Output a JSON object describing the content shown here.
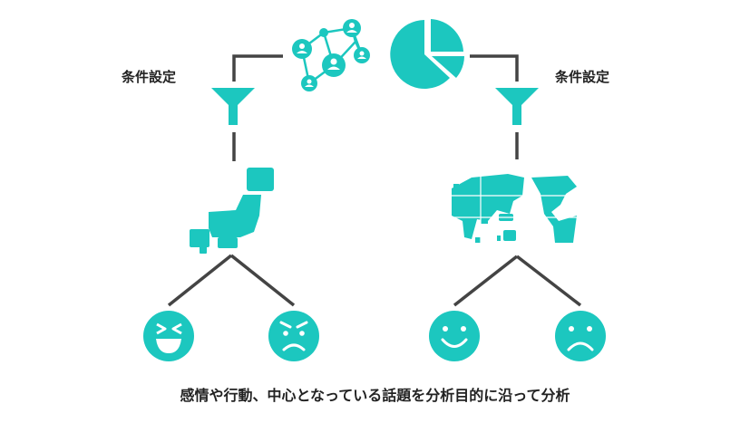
{
  "labels": {
    "condition_left": "条件設定",
    "condition_right": "条件設定",
    "caption": "感情や行動、中心となっている話題を分析目的に沿って分析"
  },
  "colors": {
    "accent": "#1CC7BF",
    "line": "#444444",
    "face_stroke": "#ffffff"
  },
  "icons": {
    "network": "social-network-icon",
    "pie": "pie-chart-icon",
    "filter": "filter-funnel-icon",
    "japan": "japan-map-icon",
    "world": "world-map-icon",
    "laugh": "laughing-face-icon",
    "angry": "angry-face-icon",
    "smile": "smiling-face-icon",
    "sad": "sad-face-icon"
  }
}
